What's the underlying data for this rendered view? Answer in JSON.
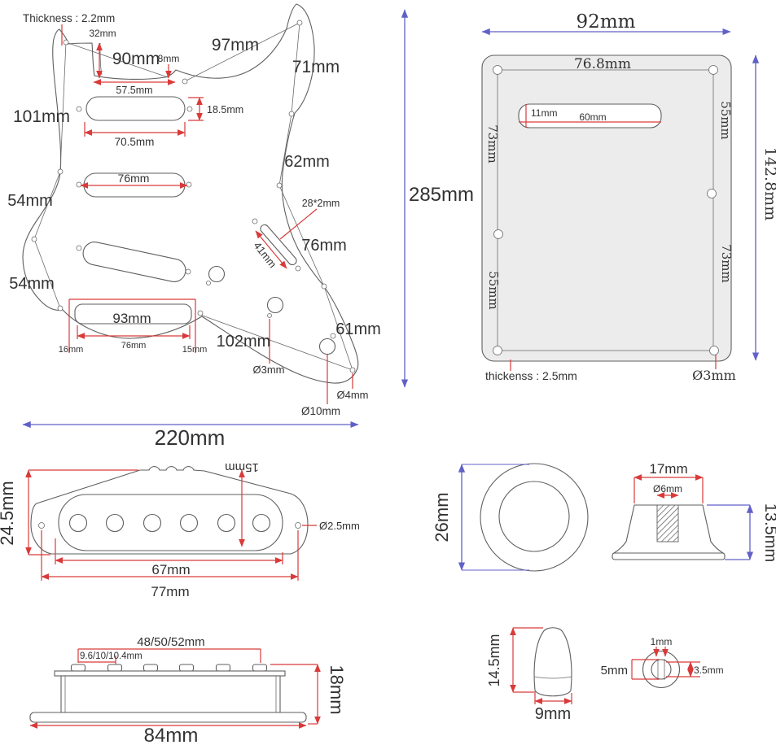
{
  "colors": {
    "dimension_red": "#d93a3a",
    "dimension_blue": "#6060c8",
    "outline_gray": "#5f5f5f",
    "plate_fill": "#ececec",
    "background": "#ffffff"
  },
  "pickguard": {
    "thickness": "Thickness : 2.2mm",
    "dims": {
      "d32": "32mm",
      "d90": "90mm",
      "d8": "8mm",
      "d97": "97mm",
      "d71": "71mm",
      "d57_5": "57.5mm",
      "d18_5": "18.5mm",
      "d101": "101mm",
      "d70_5": "70.5mm",
      "d62": "62mm",
      "d54_upper": "54mm",
      "d76_middle": "76mm",
      "d28x2": "28*2mm",
      "d41": "41mm",
      "d76_right": "76mm",
      "d54_lower": "54mm",
      "d93": "93mm",
      "d76_bridge": "76mm",
      "d16": "16mm",
      "d15": "15mm",
      "d102": "102mm",
      "d61": "61mm",
      "dia3": "Ø3mm",
      "dia4": "Ø4mm",
      "dia10": "Ø10mm"
    },
    "overall_width": "220mm",
    "overall_height": "285mm"
  },
  "back_plate": {
    "width": "92mm",
    "inner_width": "76.8mm",
    "left_top": "73mm",
    "left_bottom": "55mm",
    "right_top": "55mm",
    "right_bottom": "73mm",
    "slot_height": "11mm",
    "slot_width": "60mm",
    "height": "142.8mm",
    "thickness": "thickenss : 2.5mm",
    "hole": "Ø3mm"
  },
  "pickup_cover": {
    "height": "24.5mm",
    "inner_height": "15mm",
    "screw_hole": "Ø2.5mm",
    "inner_width": "67mm",
    "screw_spacing": "77mm"
  },
  "knob": {
    "diameter": "26mm",
    "top_width": "17mm",
    "shaft_hole": "Ø6mm",
    "height": "13.5mm"
  },
  "pickup_bobbin": {
    "pole_span": "48/50/52mm",
    "pole_spacing": "9.6/10/10.4mm",
    "height": "18mm",
    "base_width": "84mm"
  },
  "switch_tip": {
    "height": "14.5mm",
    "base_width": "9mm",
    "slot_width": "1mm",
    "hole_diameter": "5mm",
    "slot_length": "3.5mm"
  }
}
